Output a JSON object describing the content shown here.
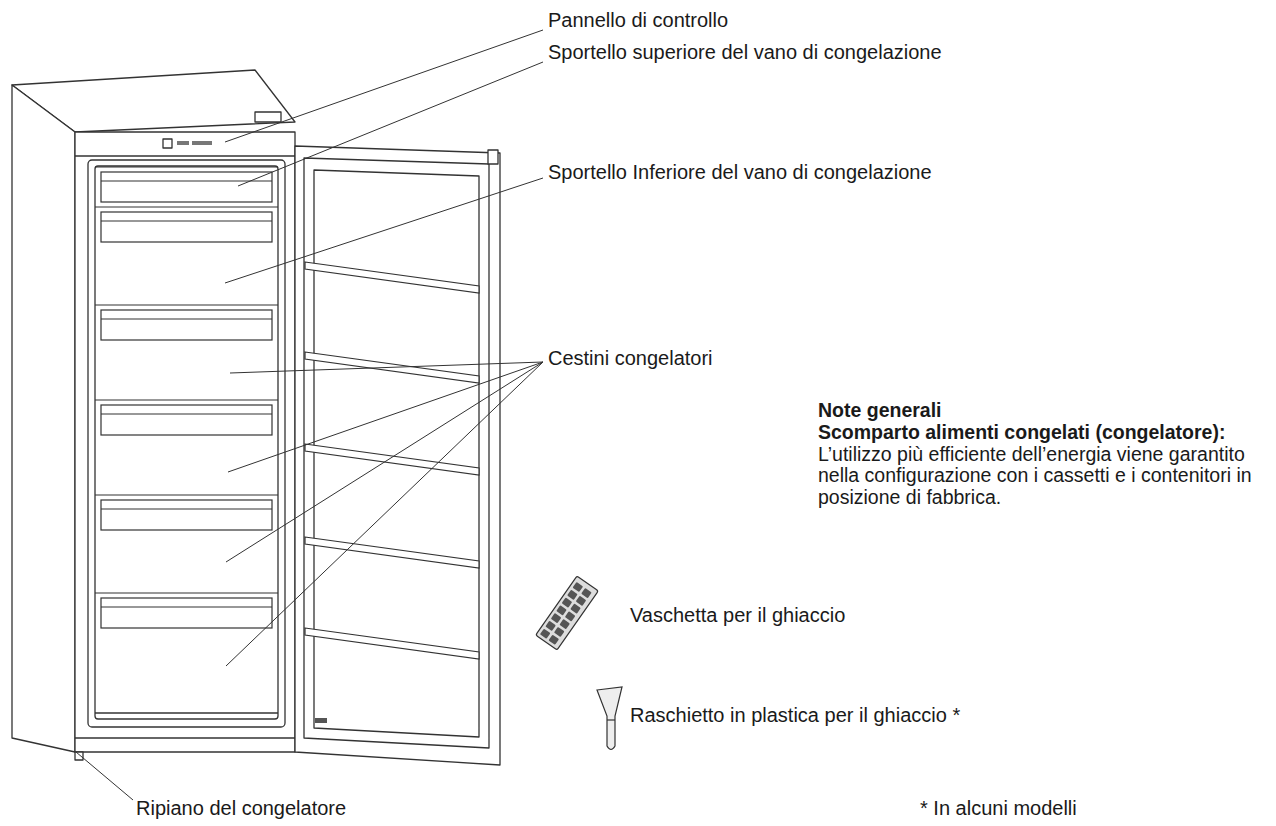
{
  "diagram": {
    "labels": [
      "Pannello di controllo",
      "Sportello superiore del vano di congelazione",
      "Sportello Inferiore del vano di congelazione",
      "Cestini congelatori",
      "Note generali",
      "Scomparto alimenti congelati (congelatore):",
      "L’utilizzo più efficiente dell’energia viene garantito nella configurazione con i cassetti e i contenitori in posizione di fabbrica.",
      "Vaschetta per il ghiaccio",
      "Raschietto in plastica per il ghiaccio *",
      "Ripiano del congelatore",
      "* In alcuni modelli"
    ]
  }
}
